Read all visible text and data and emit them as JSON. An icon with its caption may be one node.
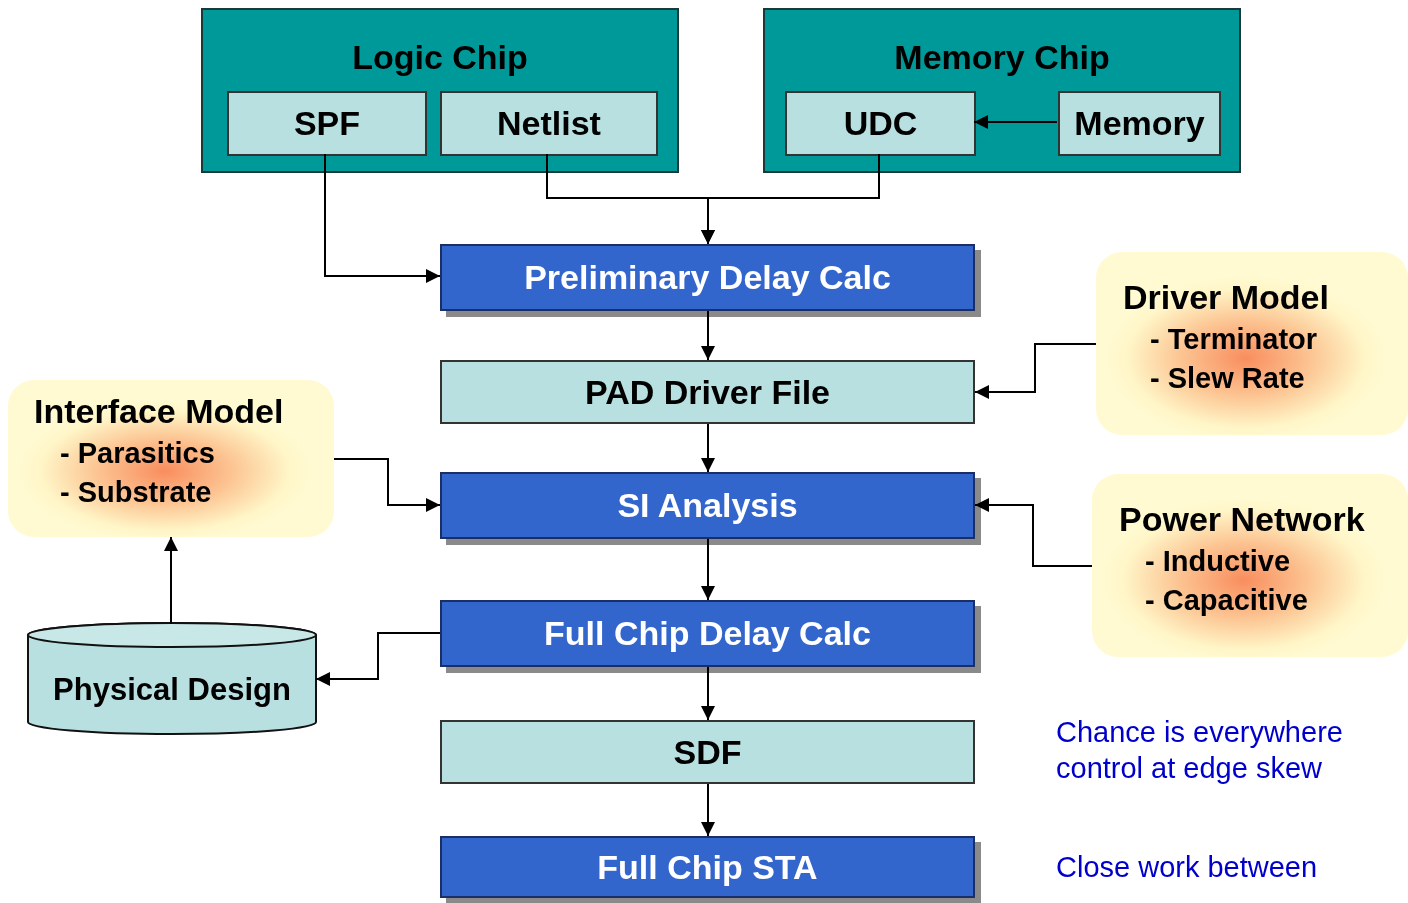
{
  "diagram": {
    "nodes": [
      {
        "text": [
          "Logic Chip"
        ]
      },
      {
        "text": [
          "SPF"
        ],
        "in": 0
      },
      {
        "text": [
          "Netlist"
        ],
        "in": 0
      },
      {
        "text": [
          "Memory Chip"
        ]
      },
      {
        "text": [
          "UDC"
        ],
        "in": 3
      },
      {
        "text": [
          "Memory"
        ],
        "in": 3
      },
      {
        "text": [
          "Preliminary Delay Calc"
        ]
      },
      {
        "text": [
          "PAD Driver File"
        ]
      },
      {
        "text": [
          "Driver Model",
          "- Terminator",
          "- Slew Rate"
        ]
      },
      {
        "text": [
          "Interface Model",
          "- Parasitics",
          "- Substrate"
        ]
      },
      {
        "text": [
          "SI Analysis"
        ]
      },
      {
        "text": [
          "Power Network",
          "- Inductive",
          "- Capacitive"
        ]
      },
      {
        "text": [
          "Full Chip Delay Calc"
        ]
      },
      {
        "text": [
          "Physical Design"
        ]
      },
      {
        "text": [
          "SDF"
        ]
      },
      {
        "text": [
          "Full Chip STA"
        ]
      }
    ],
    "edges": [
      {
        "from": 5,
        "to": 4,
        "arrow": "to"
      },
      {
        "from": 1,
        "to": 6,
        "arrow": "to"
      },
      {
        "from": 2,
        "to": 6,
        "arrow": "to"
      },
      {
        "from": 4,
        "to": 6,
        "arrow": "to"
      },
      {
        "from": 6,
        "to": 7,
        "arrow": "to"
      },
      {
        "from": 8,
        "to": 7,
        "arrow": "to"
      },
      {
        "from": 7,
        "to": 10,
        "arrow": "to"
      },
      {
        "from": 9,
        "to": 10,
        "arrow": "to"
      },
      {
        "from": 11,
        "to": 10,
        "arrow": "to"
      },
      {
        "from": 10,
        "to": 12,
        "arrow": "to"
      },
      {
        "from": 12,
        "to": 13,
        "arrow": "to"
      },
      {
        "from": 13,
        "to": 9,
        "arrow": "to"
      },
      {
        "from": 12,
        "to": 14,
        "arrow": "to"
      },
      {
        "from": 14,
        "to": 15,
        "arrow": "to"
      }
    ],
    "labels": [
      "Chance is everywhere control at edge skew",
      "Close work between"
    ]
  }
}
